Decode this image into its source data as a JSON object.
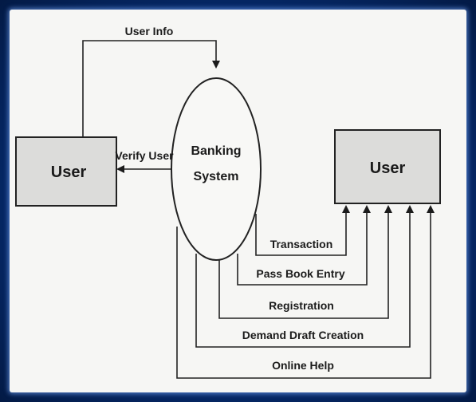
{
  "process": {
    "line1": "Banking",
    "line2": "System"
  },
  "entities": {
    "left": "User",
    "right": "User"
  },
  "flows": {
    "user_info": "User Info",
    "verify_user": "Verify User",
    "transaction": "Transaction",
    "pass_book_entry": "Pass Book Entry",
    "registration": "Registration",
    "demand_draft_creation": "Demand Draft Creation",
    "online_help": "Online Help"
  },
  "colors": {
    "frame": "#062a6c",
    "paper": "#f6f6f4",
    "box": "#dcdcda",
    "ink": "#1b1b1b"
  }
}
